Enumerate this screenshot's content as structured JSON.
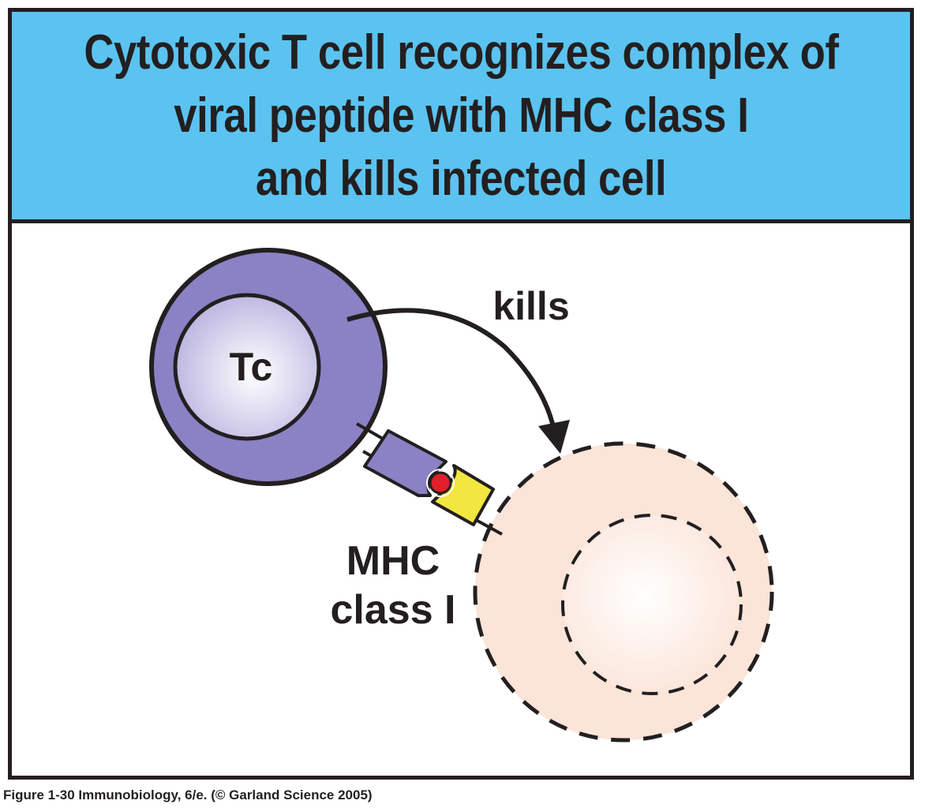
{
  "title": {
    "lines": [
      "Cytotoxic T cell recognizes complex of",
      "viral peptide with MHC class I",
      "and kills infected cell"
    ]
  },
  "labels": {
    "tc": "Tc",
    "kills": "kills",
    "mhc_line1": "MHC",
    "mhc_line2": "class I"
  },
  "caption": "Figure 1-30  Immunobiology, 6/e. (© Garland Science 2005)",
  "colors": {
    "header_band": "#5bc3f0",
    "t_cell": "#8a82c4",
    "t_cell_nucleus": "#c9c4e6",
    "infected_cell": "#fbe4d8",
    "mhc": "#f2e640",
    "peptide": "#e0202a",
    "outline": "#231f20"
  }
}
